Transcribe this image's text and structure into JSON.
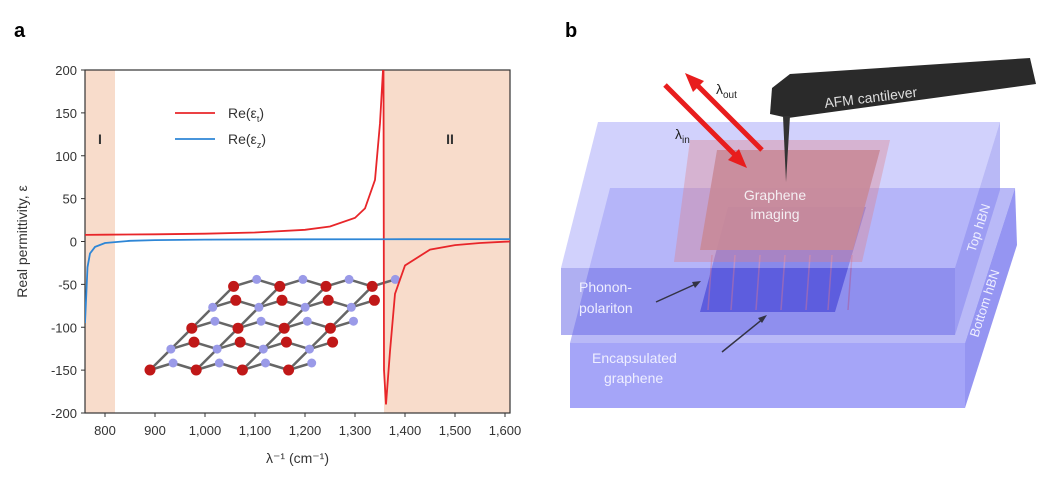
{
  "panels": {
    "a": "a",
    "b": "b"
  },
  "chart_data": {
    "type": "line",
    "xlabel": "λ⁻¹ (cm⁻¹)",
    "ylabel": "Real permittivity, ε",
    "xlim": [
      760,
      1610
    ],
    "ylim": [
      -200,
      200
    ],
    "xticks": [
      800,
      900,
      1000,
      1100,
      1200,
      1300,
      1400,
      1500,
      1600
    ],
    "xtick_labels": [
      "800",
      "900",
      "1,000",
      "1,100",
      "1,200",
      "1,300",
      "1,400",
      "1,500",
      "1,600"
    ],
    "yticks": [
      200,
      150,
      100,
      50,
      0,
      -50,
      -100,
      -150,
      -200
    ],
    "ytick_labels": [
      "200",
      "150",
      "100",
      "50",
      "0",
      "-50",
      "-100",
      "-150",
      "-200"
    ],
    "grid": false,
    "legend_position": "top-left",
    "regions": [
      {
        "label": "I",
        "x": [
          760,
          820
        ],
        "color": "#f8dccb"
      },
      {
        "label": "II",
        "x": [
          1358,
          1610
        ],
        "color": "#f8dccb"
      }
    ],
    "series": [
      {
        "name": "Re(ε",
        "sub": "t",
        "color": "#e8262a",
        "x": [
          760,
          800,
          900,
          1000,
          1100,
          1200,
          1250,
          1300,
          1320,
          1340,
          1350,
          1356,
          1357,
          1358,
          1362,
          1370,
          1380,
          1400,
          1450,
          1500,
          1550,
          1600,
          1610
        ],
        "y": [
          7.7,
          7.9,
          8.4,
          9.1,
          10.5,
          13.7,
          17.5,
          27.5,
          38.6,
          71.8,
          138,
          200,
          200,
          -150,
          -190,
          -128,
          -61,
          -28,
          -9.4,
          -4.2,
          -1.7,
          -0.2,
          0
        ]
      },
      {
        "name": "Re(ε",
        "sub": "z",
        "color": "#2e86d6",
        "x": [
          760,
          765,
          770,
          780,
          800,
          850,
          900,
          1000,
          1200,
          1400,
          1610
        ],
        "y": [
          -95,
          -30,
          -14,
          -6.3,
          -1.8,
          0.8,
          1.6,
          2.2,
          2.6,
          2.7,
          2.8
        ]
      }
    ]
  },
  "diagram": {
    "cantilever": "AFM cantilever",
    "lambda_out": "λ",
    "lambda_out_sub": "out",
    "lambda_in": "λ",
    "lambda_in_sub": "in",
    "graphene_imaging": [
      "Graphene",
      "imaging"
    ],
    "phonon_polariton": [
      "Phonon-",
      "polariton"
    ],
    "encapsulated": [
      "Encapsulated",
      "graphene"
    ],
    "top_hbn": "Top hBN",
    "bottom_hbn": "Bottom hBN"
  }
}
